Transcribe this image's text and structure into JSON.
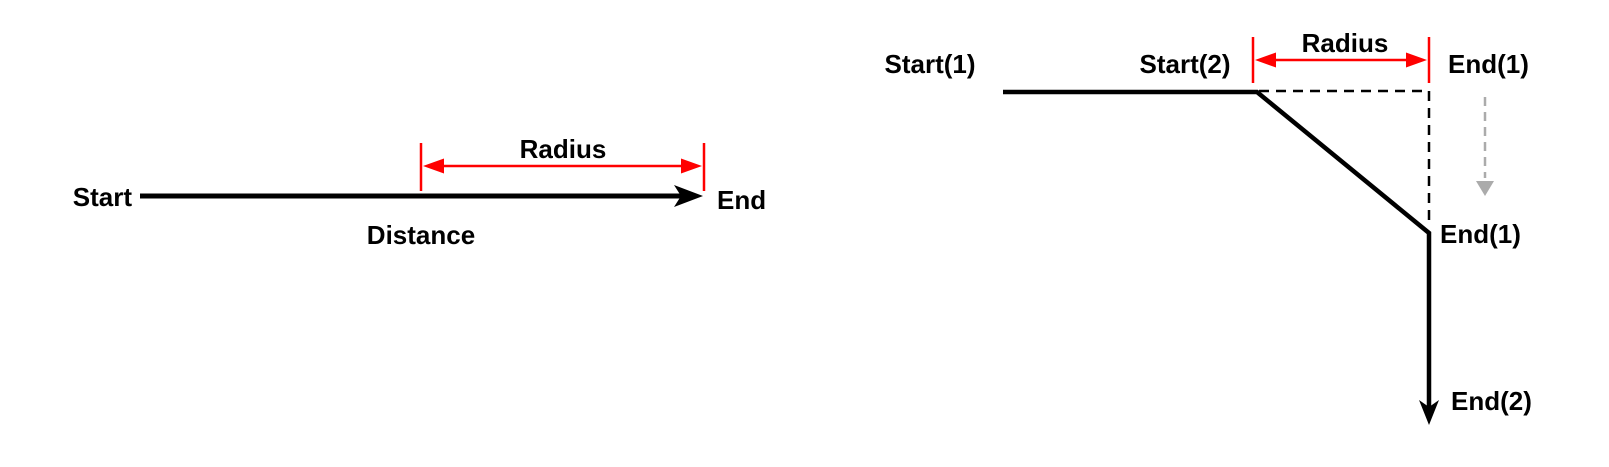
{
  "diagram": {
    "background": "#FFFFFF",
    "colors": {
      "line": "#000000",
      "accent": "#FF0000",
      "ghost": "#ABABAB"
    },
    "left": {
      "start_label": "Start",
      "end_label": "End",
      "distance_label": "Distance",
      "radius_label": "Radius"
    },
    "right": {
      "start1_label": "Start(1)",
      "start2_label": "Start(2)",
      "radius_label": "Radius",
      "end1_ghost_label": "End(1)",
      "end1_label": "End(1)",
      "end2_label": "End(2)"
    }
  }
}
